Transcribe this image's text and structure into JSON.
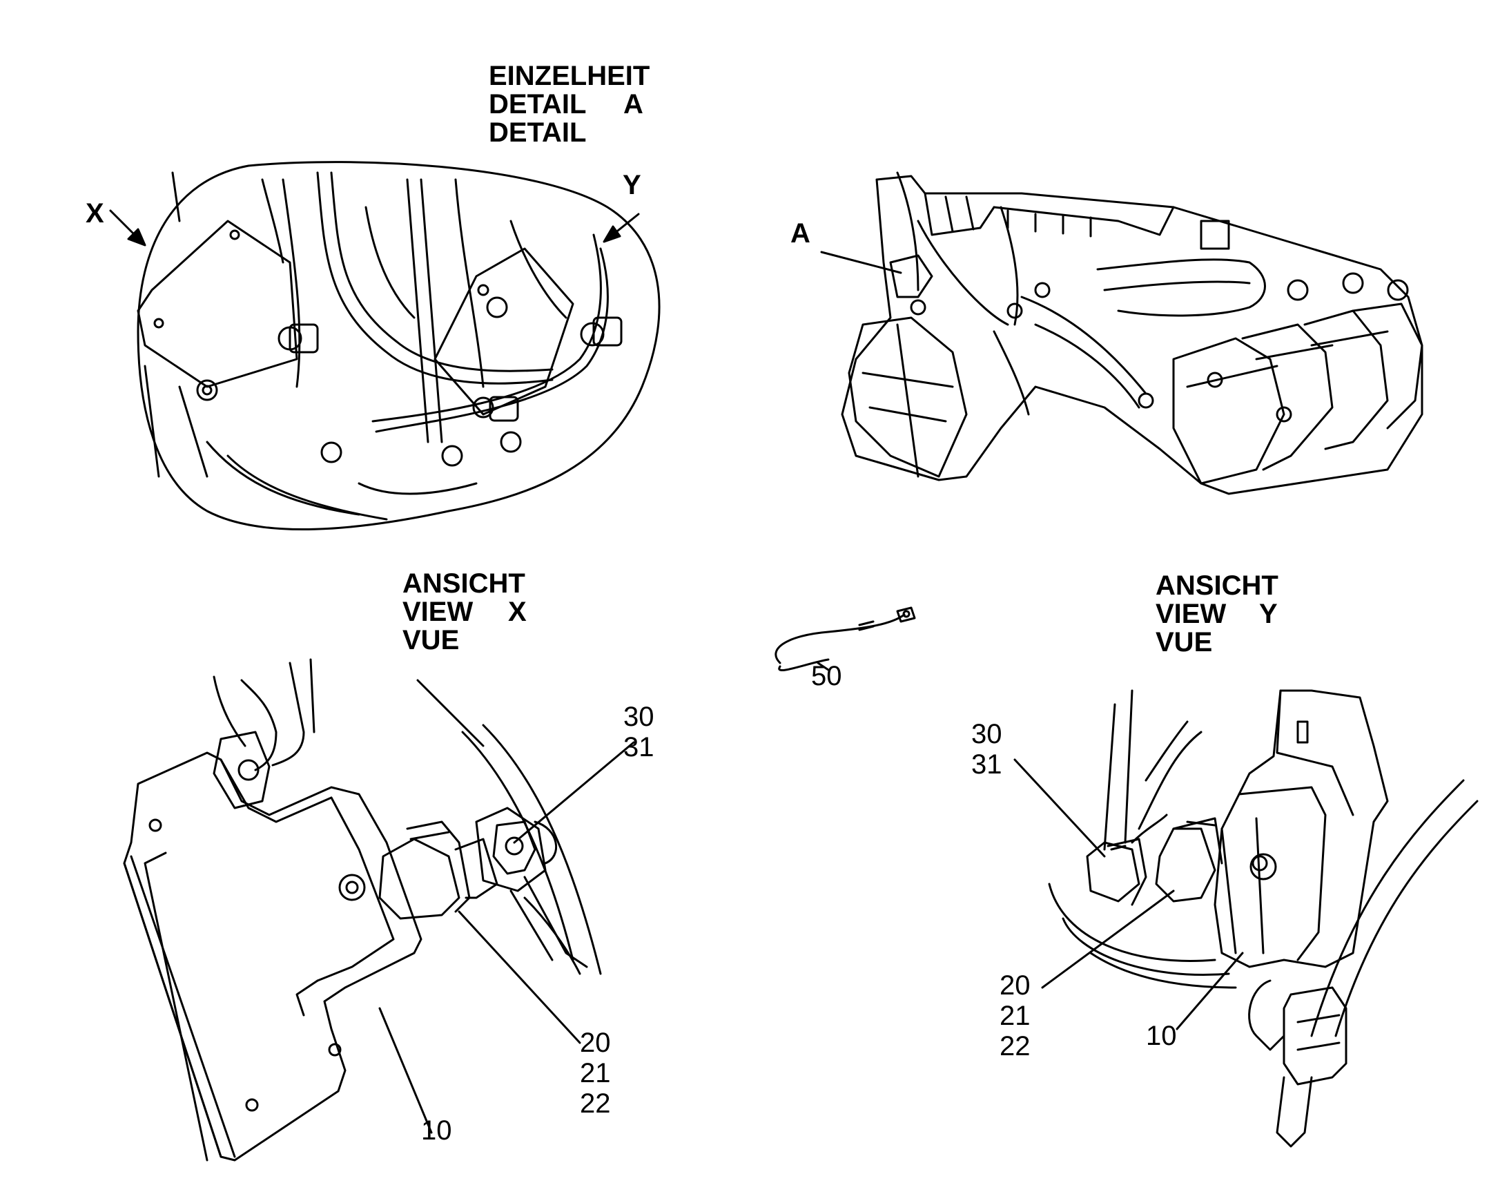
{
  "detail_a": {
    "header": [
      "EINZELHEIT",
      "DETAIL",
      "DETAIL"
    ],
    "letter": "A",
    "view_x_marker": "X",
    "view_y_marker": "Y"
  },
  "engine": {
    "callout": "A"
  },
  "view_x": {
    "header": [
      "ANSICHT",
      "VIEW",
      "VUE"
    ],
    "letter": "X",
    "labels": {
      "nut_washer": [
        "30",
        "31"
      ],
      "stud_parts": [
        "20",
        "21",
        "22"
      ],
      "bracket": "10"
    }
  },
  "view_y": {
    "header": [
      "ANSICHT",
      "VIEW",
      "VUE"
    ],
    "letter": "Y",
    "labels": {
      "nut_washer": [
        "30",
        "31"
      ],
      "stud_parts": [
        "20",
        "21",
        "22"
      ],
      "bracket": "10"
    }
  },
  "cable": {
    "label": "50"
  },
  "colors": {
    "line": "#000000",
    "background": "#ffffff"
  }
}
